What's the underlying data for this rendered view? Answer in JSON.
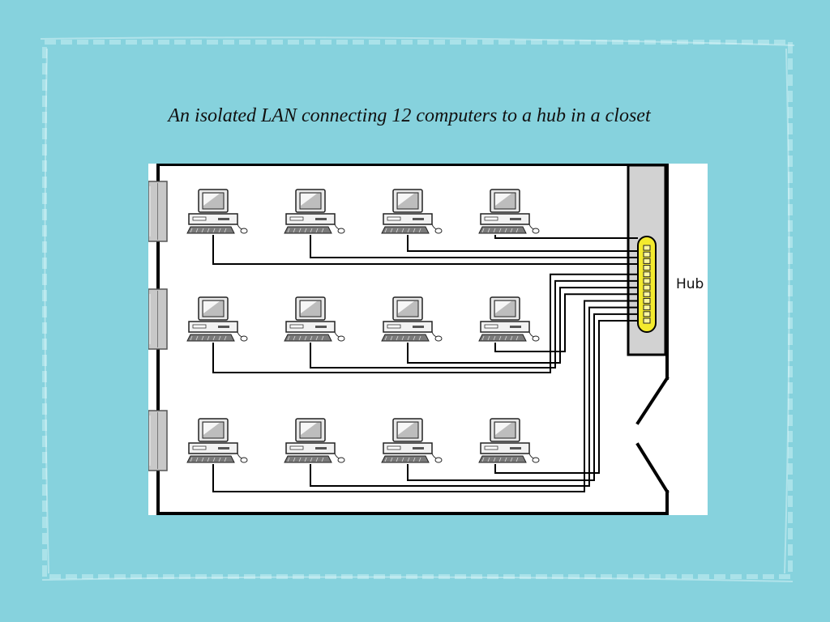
{
  "slide": {
    "title": "An isolated LAN connecting 12 computers to a hub in a closet"
  },
  "diagram": {
    "hub_label": "Hub",
    "computer_count": 12,
    "hub_port_count": 12,
    "window_count": 3,
    "colors": {
      "background": "#86d2dd",
      "hub": "#f3ea2e",
      "closet": "#d2d2d2",
      "wire": "#000000"
    }
  }
}
